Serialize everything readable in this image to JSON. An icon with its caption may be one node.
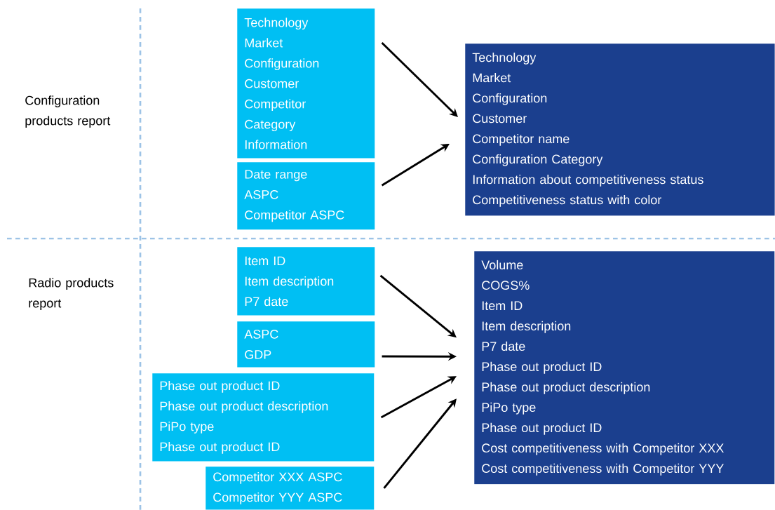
{
  "diagram": {
    "nodes": [
      {
        "text": [
          "Technology",
          "Market",
          "Configuration",
          "Customer",
          "Competitor",
          "Category",
          "Information"
        ]
      },
      {
        "text": [
          "Date range",
          "ASPC",
          "Competitor ASPC"
        ]
      },
      {
        "text": [
          "Technology",
          "Market",
          "Configuration",
          "Customer",
          "Competitor name",
          "Configuration Category",
          "Information about competitiveness status",
          "Competitiveness status with color"
        ]
      },
      {
        "text": [
          "Item ID",
          "Item description",
          "P7 date"
        ]
      },
      {
        "text": [
          "ASPC",
          "GDP"
        ]
      },
      {
        "text": [
          "Phase out product ID",
          "Phase out product description",
          "PiPo type",
          "Phase out product ID"
        ]
      },
      {
        "text": [
          "Competitor XXX ASPC",
          "Competitor YYY ASPC"
        ]
      },
      {
        "text": [
          "Volume",
          "COGS%",
          "Item ID",
          "Item description",
          "P7 date",
          "Phase out product ID",
          "Phase out product description",
          "PiPo type",
          "Phase out product ID",
          "Cost competitiveness with Competitor XXX",
          "Cost competitiveness with Competitor YYY"
        ]
      }
    ],
    "edges": [
      {
        "from": 0,
        "to": 2,
        "arrow": "to"
      },
      {
        "from": 1,
        "to": 2,
        "arrow": "to"
      },
      {
        "from": 3,
        "to": 7,
        "arrow": "to"
      },
      {
        "from": 4,
        "to": 7,
        "arrow": "to"
      },
      {
        "from": 5,
        "to": 7,
        "arrow": "to"
      },
      {
        "from": 6,
        "to": 7,
        "arrow": "to"
      }
    ],
    "labels": [
      "Configuration products report",
      "Radio products report"
    ]
  }
}
